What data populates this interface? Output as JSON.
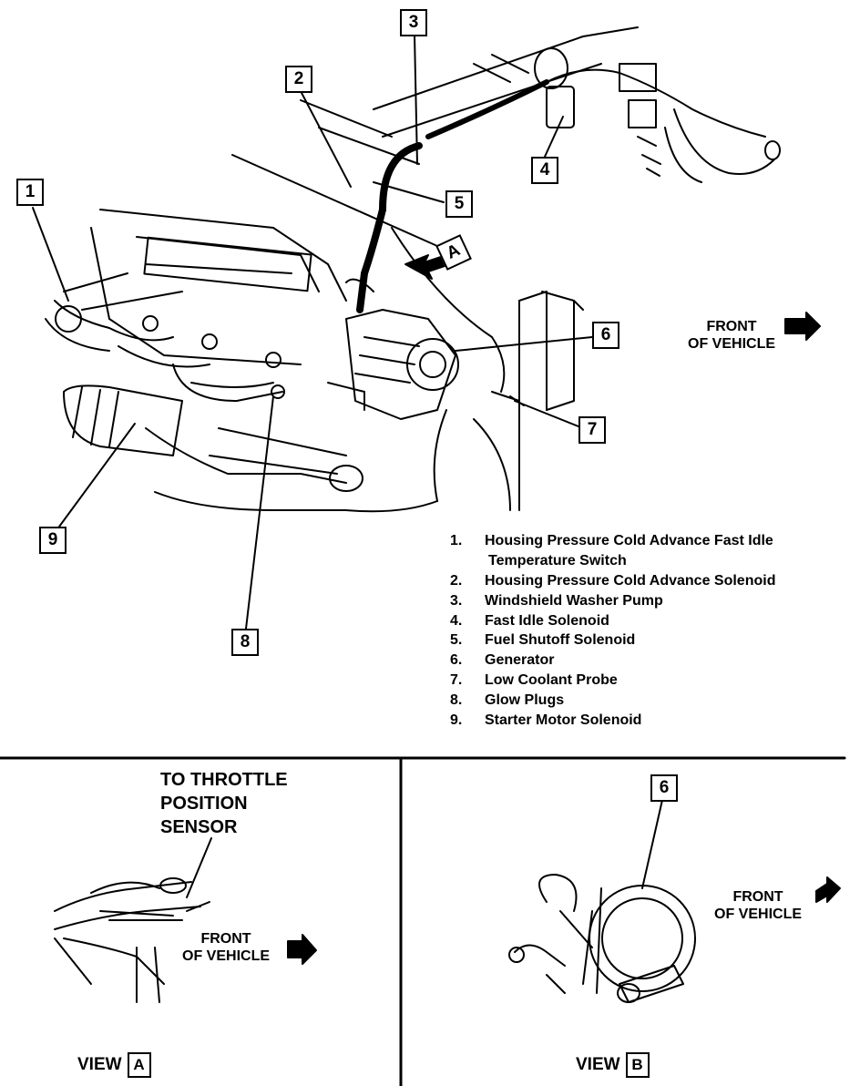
{
  "callouts": {
    "c1": "1",
    "c2": "2",
    "c3": "3",
    "c4": "4",
    "c5": "5",
    "c6": "6",
    "c7": "7",
    "c8": "8",
    "c9": "9",
    "cA": "A",
    "cB6": "6"
  },
  "front_of_vehicle": {
    "line1": "FRONT",
    "line2": "OF VEHICLE"
  },
  "legend": [
    {
      "num": "1.",
      "text": "Housing Pressure Cold Advance Fast Idle",
      "cont": "Temperature Switch"
    },
    {
      "num": "2.",
      "text": "Housing Pressure Cold Advance Solenoid"
    },
    {
      "num": "3.",
      "text": "Windshield Washer Pump"
    },
    {
      "num": "4.",
      "text": "Fast Idle Solenoid"
    },
    {
      "num": "5.",
      "text": "Fuel Shutoff Solenoid"
    },
    {
      "num": "6.",
      "text": "Generator"
    },
    {
      "num": "7.",
      "text": "Low Coolant Probe"
    },
    {
      "num": "8.",
      "text": "Glow Plugs"
    },
    {
      "num": "9.",
      "text": "Starter Motor Solenoid"
    }
  ],
  "view_a": {
    "tps_line1": "TO THROTTLE",
    "tps_line2": "POSITION",
    "tps_line3": "SENSOR",
    "front_line1": "FRONT",
    "front_line2": "OF VEHICLE",
    "label": "VIEW",
    "letter": "A"
  },
  "view_b": {
    "front_line1": "FRONT",
    "front_line2": "OF VEHICLE",
    "label": "VIEW",
    "letter": "B"
  }
}
